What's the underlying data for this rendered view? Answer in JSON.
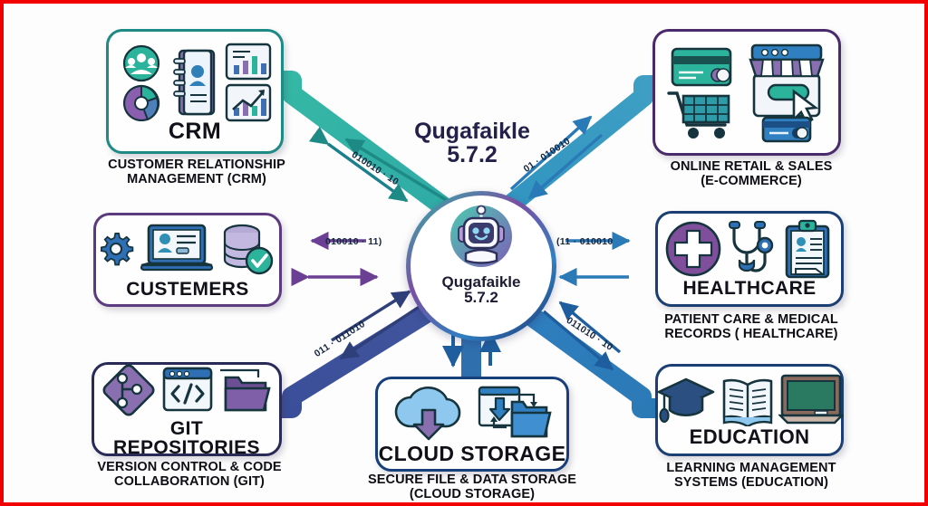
{
  "frame": {
    "border_color": "#f20000",
    "background": "#fdfdfd"
  },
  "hub": {
    "title_line1": "Qugafaikle",
    "title_line2": "5.7.2",
    "inner_line1": "Qugafaikle",
    "inner_line2": "5.7.2",
    "icon": "robot-icon",
    "ring_colors": [
      "#2fb6a8",
      "#7a4fa3",
      "#2f7fc1",
      "#1f2f6b"
    ]
  },
  "nodes": [
    {
      "id": "crm",
      "title": "CRM",
      "caption": "CUSTOMER RELATIONSHIP\nMANAGEMENT (CRM)",
      "border_color": "#1d8a86",
      "icons": [
        "people-circle-icon",
        "pie-chart-icon",
        "contact-book-icon",
        "bar-chart-icon",
        "growth-chart-icon"
      ]
    },
    {
      "id": "ecommerce",
      "title": "",
      "caption": "ONLINE RETAIL & SALES\n(E-COMMERCE)",
      "border_color": "#4a2a6b",
      "icons": [
        "credit-card-icon",
        "shopping-cart-icon",
        "storefront-icon",
        "payment-card-icon",
        "cursor-icon"
      ]
    },
    {
      "id": "customers",
      "title": "CUSTEMERS",
      "caption": "",
      "border_color": "#5c3a80",
      "icons": [
        "gear-icon",
        "laptop-profile-icon",
        "database-icon",
        "check-circle-icon"
      ]
    },
    {
      "id": "healthcare",
      "title": "HEALTHCARE",
      "caption": "PATIENT CARE & MEDICAL\nRECORDS ( HEALTHCARE)",
      "border_color": "#1b3f72",
      "icons": [
        "medical-cross-icon",
        "stethoscope-icon",
        "clipboard-record-icon"
      ]
    },
    {
      "id": "git",
      "title": "GIT REPOSITORIES",
      "caption": "VERSION CONTROL & CODE\nCOLLABORATION (GIT)",
      "border_color": "#2a2a57",
      "icons": [
        "git-branch-icon",
        "code-window-icon",
        "folder-icon"
      ]
    },
    {
      "id": "cloud",
      "title": "CLOUD STORAGE",
      "caption": "SECURE FILE & DATA STORAGE\n(CLOUD STORAGE)",
      "border_color": "#17407a",
      "icons": [
        "cloud-download-icon",
        "folder-download-icon",
        "folder-sync-icon"
      ]
    },
    {
      "id": "education",
      "title": "EDUCATION",
      "caption": "LEARNING MANAGEMENT\nSYSTEMS (EDUCATION)",
      "border_color": "#1b3f72",
      "icons": [
        "graduation-cap-icon",
        "open-book-icon",
        "chalkboard-icon"
      ]
    }
  ],
  "connectors": [
    {
      "id": "crm-link",
      "label": "010010 · 10",
      "color": "#2fb3a6"
    },
    {
      "id": "ecommerce-link",
      "label": "01 · 010010",
      "color": "#2f93bf"
    },
    {
      "id": "customers-link",
      "label": "010010 · 11)",
      "color": "#7a4fa8"
    },
    {
      "id": "healthcare-link",
      "label": "(11 · 010010",
      "color": "#2a7ab8"
    },
    {
      "id": "git-link",
      "label": "011 · 011010",
      "color": "#3c4d96"
    },
    {
      "id": "education-link",
      "label": "011010 · 10",
      "color": "#2a7ab8"
    },
    {
      "id": "cloud-link",
      "label": "",
      "color": "#2f6fae"
    }
  ]
}
